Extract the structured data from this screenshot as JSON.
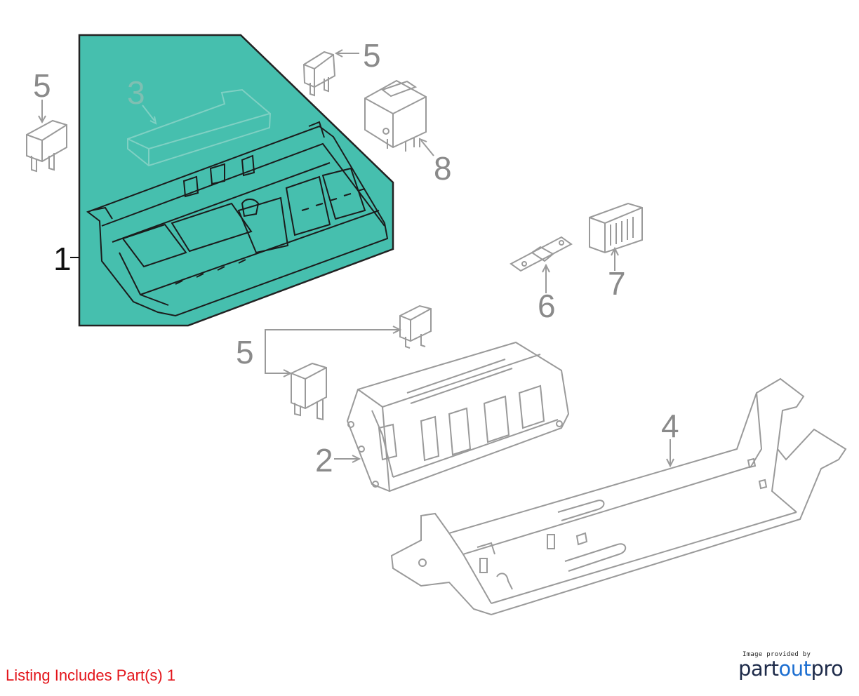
{
  "diagram": {
    "callouts": [
      {
        "id": "1",
        "label": "1"
      },
      {
        "id": "2",
        "label": "2"
      },
      {
        "id": "3",
        "label": "3"
      },
      {
        "id": "4",
        "label": "4"
      },
      {
        "id": "5a",
        "label": "5"
      },
      {
        "id": "5b",
        "label": "5"
      },
      {
        "id": "5c",
        "label": "5"
      },
      {
        "id": "6",
        "label": "6"
      },
      {
        "id": "7",
        "label": "7"
      },
      {
        "id": "8",
        "label": "8"
      }
    ],
    "highlight_color": "#46bfae",
    "line_color": "#9a9a9a"
  },
  "footer": {
    "listing_note": "Listing Includes Part(s) 1",
    "note_color": "#e3141a"
  },
  "credit": {
    "caption": "Image provided by",
    "brand_part": "part",
    "brand_out": "out",
    "brand_pro": "pro"
  }
}
